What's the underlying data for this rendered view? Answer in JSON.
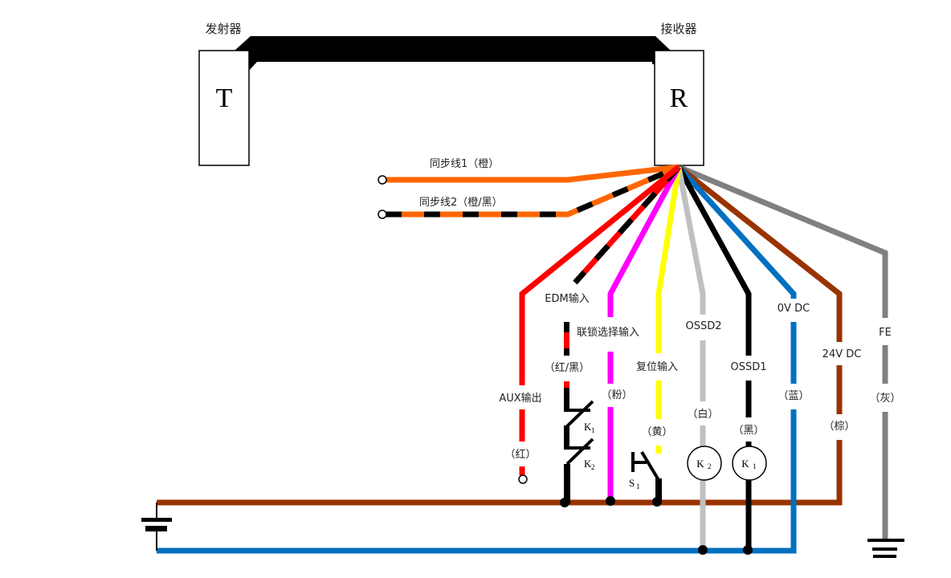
{
  "diagram": {
    "transmitter": {
      "title": "发射器",
      "letter": "T"
    },
    "receiver": {
      "title": "接收器",
      "letter": "R"
    },
    "colors": {
      "orange": "#ff6600",
      "black": "#000000",
      "red": "#ff0000",
      "pink": "#ff00ff",
      "yellow": "#ffff00",
      "white_wire": "#c0c0c0",
      "blue": "#0070c0",
      "brown": "#993300",
      "gray": "#808080"
    },
    "sync_wires": [
      {
        "label": "同步线1（橙）"
      },
      {
        "label": "同步线2（橙/黑）"
      }
    ],
    "wires": {
      "aux": {
        "name": "AUX输出",
        "color": "（红）"
      },
      "edm": {
        "name": "EDM输入"
      },
      "interlock": {
        "name": "联锁选择输入",
        "color": "（红/黑）"
      },
      "pink": {
        "color": "（粉）"
      },
      "reset": {
        "name": "复位输入",
        "color": "（黄）"
      },
      "ossd2": {
        "name": "OSSD2",
        "color": "（白）"
      },
      "ossd1": {
        "name": "OSSD1",
        "color": "（黑）"
      },
      "ov": {
        "name": "0V DC",
        "color": "（蓝）"
      },
      "v24": {
        "name": "24V DC",
        "color": "（棕）"
      },
      "fe": {
        "name": "FE",
        "color": "（灰）"
      }
    },
    "components": {
      "k1": {
        "main": "K",
        "sub": "1"
      },
      "k2": {
        "main": "K",
        "sub": "2"
      },
      "s1": {
        "main": "S",
        "sub": "1"
      },
      "coil_k2": {
        "main": "K",
        "sub": "2"
      },
      "coil_k1": {
        "main": "K",
        "sub": "1"
      }
    }
  }
}
